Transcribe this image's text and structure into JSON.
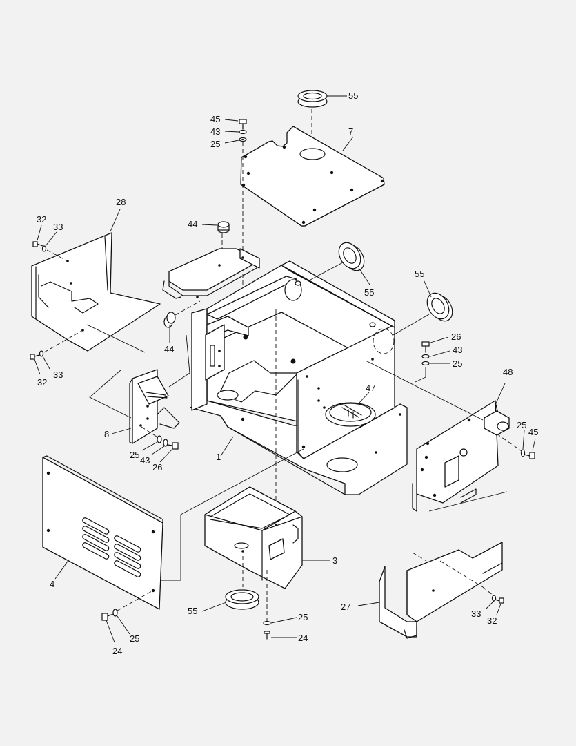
{
  "colors": {
    "background": "#f2f2f2",
    "line": "#111111",
    "part_fill": "#ffffff"
  },
  "callouts": [
    {
      "id": "c55a",
      "text": "55"
    },
    {
      "id": "c7",
      "text": "7"
    },
    {
      "id": "c45a",
      "text": "45"
    },
    {
      "id": "c43a",
      "text": "43"
    },
    {
      "id": "c25a",
      "text": "25"
    },
    {
      "id": "c28",
      "text": "28"
    },
    {
      "id": "c32a",
      "text": "32"
    },
    {
      "id": "c33a",
      "text": "33"
    },
    {
      "id": "c44a",
      "text": "44"
    },
    {
      "id": "c55b",
      "text": "55"
    },
    {
      "id": "c55c",
      "text": "55"
    },
    {
      "id": "c26a",
      "text": "26"
    },
    {
      "id": "c43b",
      "text": "43"
    },
    {
      "id": "c25b",
      "text": "25"
    },
    {
      "id": "c44b",
      "text": "44"
    },
    {
      "id": "c33b",
      "text": "33"
    },
    {
      "id": "c32b",
      "text": "32"
    },
    {
      "id": "c48",
      "text": "48"
    },
    {
      "id": "c47",
      "text": "47"
    },
    {
      "id": "c8",
      "text": "8"
    },
    {
      "id": "c25c",
      "text": "25"
    },
    {
      "id": "c43c",
      "text": "43"
    },
    {
      "id": "c26b",
      "text": "26"
    },
    {
      "id": "c1",
      "text": "1"
    },
    {
      "id": "c25d",
      "text": "25"
    },
    {
      "id": "c45b",
      "text": "45"
    },
    {
      "id": "c3",
      "text": "3"
    },
    {
      "id": "c4",
      "text": "4"
    },
    {
      "id": "c55d",
      "text": "55"
    },
    {
      "id": "c25e",
      "text": "25"
    },
    {
      "id": "c24a",
      "text": "24"
    },
    {
      "id": "c25f",
      "text": "25"
    },
    {
      "id": "c24b",
      "text": "24"
    },
    {
      "id": "c27",
      "text": "27"
    },
    {
      "id": "c33c",
      "text": "33"
    },
    {
      "id": "c32c",
      "text": "32"
    }
  ]
}
